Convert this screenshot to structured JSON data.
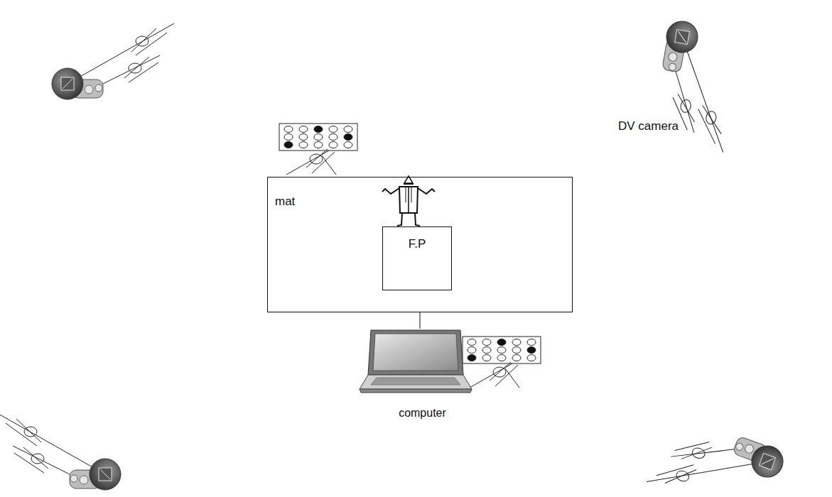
{
  "diagram": {
    "nodes": [
      {
        "text": [
          "mat"
        ]
      },
      {
        "text": [
          "F.P"
        ],
        "in": 0
      },
      {
        "text": [
          "computer"
        ]
      }
    ],
    "edges": [
      {
        "from": 0,
        "to": 2,
        "arrow": "none"
      }
    ],
    "labels": [
      "DV camera"
    ]
  }
}
